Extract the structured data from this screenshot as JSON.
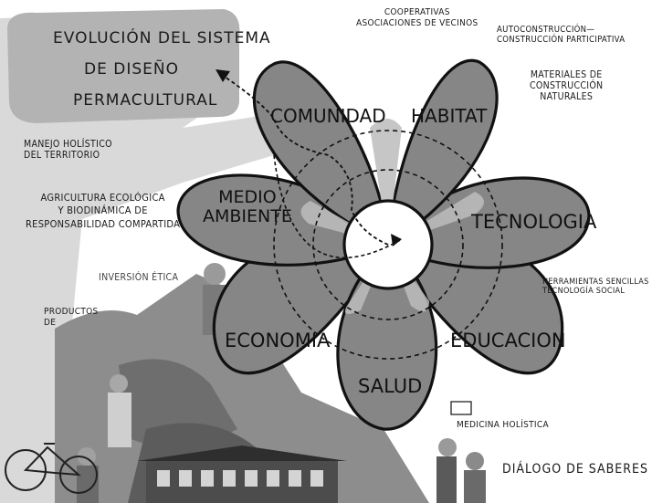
{
  "title": [
    "EVOLUCIÓN DEL SISTEMA",
    "DE DISEÑO",
    "PERMACULTURAL"
  ],
  "petals": {
    "comunidad": "COMUNIDAD",
    "habitat": "HABITAT",
    "tecnologia": "TECNOLOGIA",
    "educacion": "EDUCACION",
    "salud": "SALUD",
    "economia": "ECONOMIA",
    "medio_ambiente": [
      "MEDIO",
      "AMBIENTE"
    ]
  },
  "annotations": {
    "cooperativas": [
      "COOPERATIVAS",
      "ASOCIACIONES DE VECINOS"
    ],
    "autoconstruccion": [
      "AUTOCONSTRUCCIÓN—",
      "CONSTRUCCIÓN PARTICIPATIVA"
    ],
    "materiales": [
      "MATERIALES DE",
      "CONSTRUCCIÓN",
      "NATURALES"
    ],
    "manejo": [
      "MANEJO HOLÍSTICO",
      "DEL TERRITORIO"
    ],
    "agricultura": [
      "AGRICULTURA ECOLÓGICA",
      "Y BIODINÁMICA DE",
      "RESPONSABILIDAD COMPARTIDA"
    ],
    "inversion": "INVERSIÓN ÉTICA",
    "productos": [
      "PRODUCTOS",
      "DE"
    ],
    "herramientas": [
      "HERRAMIENTAS SENCILLAS",
      "TECNOLOGÍA SOCIAL"
    ],
    "medicina": "MEDICINA HOLÍSTICA",
    "dialogo": "DIÁLOGO DE SABERES"
  },
  "colors": {
    "petal_fill": "#858585",
    "petal_light": "#b9b9b9",
    "title_bg": "#b3b3b3",
    "backdrop": "#d8d8d8",
    "outline": "#111111"
  }
}
